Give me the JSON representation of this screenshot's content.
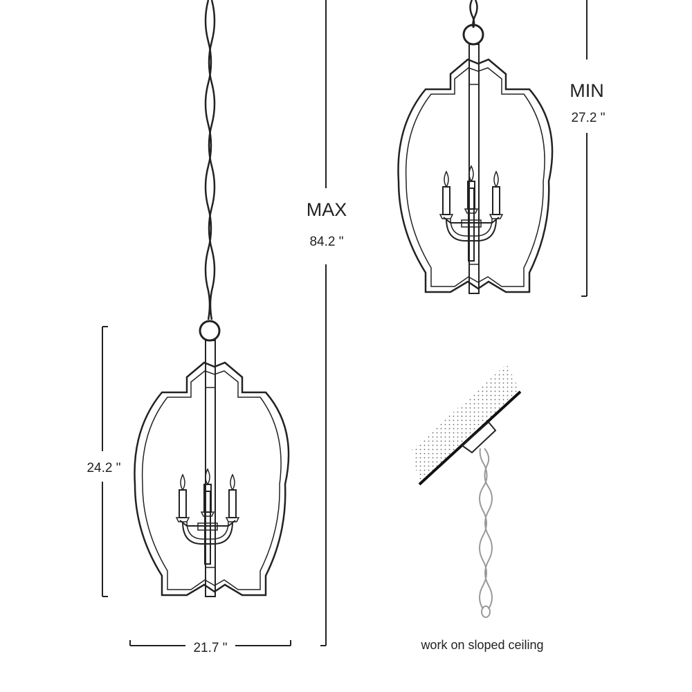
{
  "labels": {
    "max_title": "MAX",
    "max_value": "84.2 \"",
    "min_title": "MIN",
    "min_value": "27.2 \"",
    "height_value": "24.2 \"",
    "width_value": "21.7 \"",
    "sloped_caption": "work on sloped ceiling"
  },
  "colors": {
    "ink": "#222222",
    "background": "#ffffff",
    "chain_light": "#999999"
  }
}
